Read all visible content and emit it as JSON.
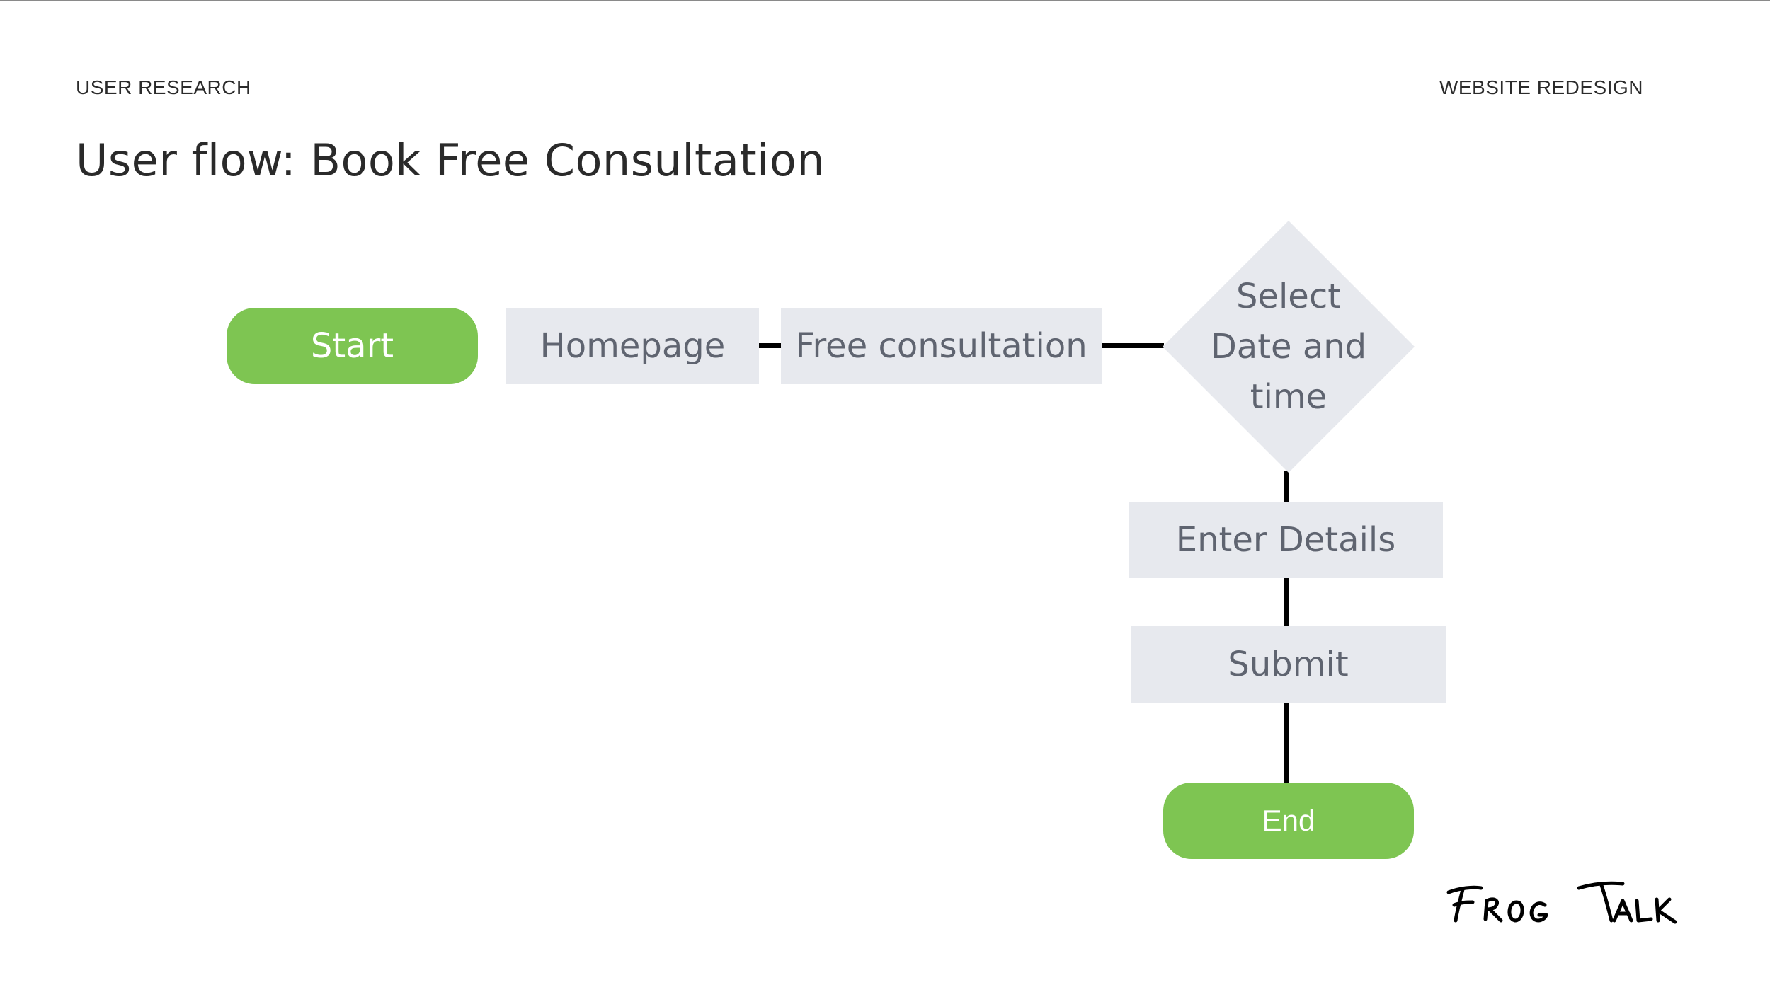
{
  "header": {
    "section_left": "USER RESEARCH",
    "section_right": "WEBSITE REDESIGN",
    "title": "User flow: Book Free Consultation"
  },
  "flow": {
    "start": "Start",
    "homepage": "Homepage",
    "free_consultation": "Free consultation",
    "decision_lines": [
      "Select",
      "Date and",
      "time"
    ],
    "enter_details": "Enter Details",
    "submit": "Submit",
    "end": "End"
  },
  "colors": {
    "terminal": "#7ec552",
    "process": "#e7e9ee",
    "connector": "#000000",
    "process_text": "#5f6470"
  },
  "logo": {
    "text": "FROG TALK"
  }
}
